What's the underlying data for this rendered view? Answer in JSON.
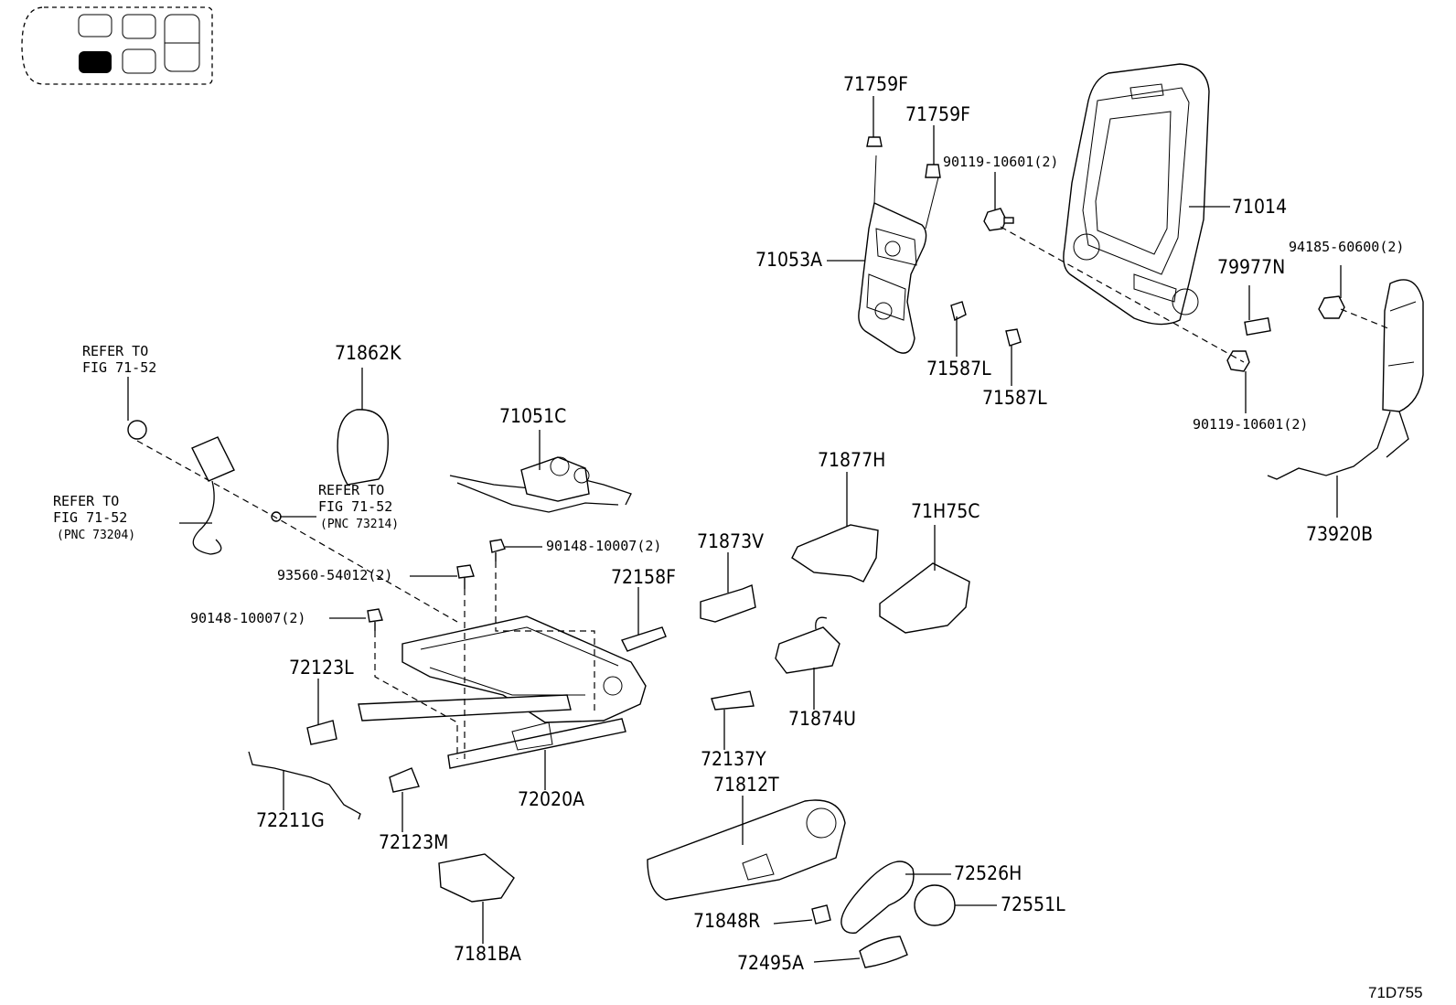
{
  "labels": {
    "p71759F_1": "71759F",
    "p71759F_2": "71759F",
    "p90119_top": "90119-10601(2)",
    "p71014": "71014",
    "p71053A": "71053A",
    "p79977N": "79977N",
    "p94185": "94185-60600(2)",
    "p71587L_1": "71587L",
    "p71587L_2": "71587L",
    "p90119_bot": "90119-10601(2)",
    "p73920B": "73920B",
    "p71862K": "71862K",
    "refer1_a": "REFER TO",
    "refer1_b": "FIG 71-52",
    "refer2_a": "REFER TO",
    "refer2_b": "FIG 71-52",
    "refer2_c": "(PNC 73204)",
    "refer3_a": "REFER TO",
    "refer3_b": "FIG 71-52",
    "refer3_c": "(PNC 73214)",
    "p71051C": "71051C",
    "p71877H": "71877H",
    "p71H75C": "71H75C",
    "p90148_top": "90148-10007(2)",
    "p71873V": "71873V",
    "p93560": "93560-54012(2)",
    "p72158F": "72158F",
    "p90148_left": "90148-10007(2)",
    "p72123L": "72123L",
    "p71874U": "71874U",
    "p72137Y": "72137Y",
    "p72211G": "72211G",
    "p72123M": "72123M",
    "p72020A": "72020A",
    "p71812T": "71812T",
    "p72526H": "72526H",
    "p72551L": "72551L",
    "p71848R": "71848R",
    "p7181BA": "7181BA",
    "p72495A": "72495A",
    "figure_code": "71D755"
  }
}
